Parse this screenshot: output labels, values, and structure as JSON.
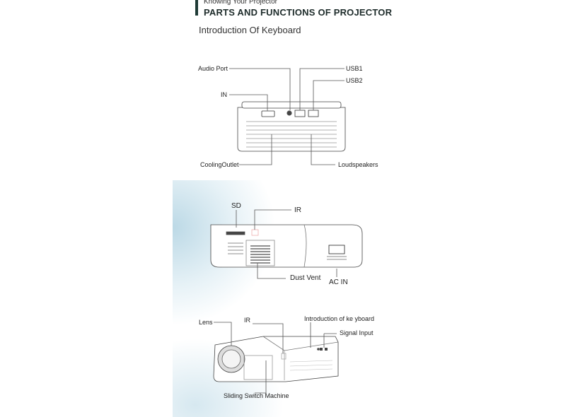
{
  "header": {
    "kicker": "Knowing Your Projector",
    "title": "PARTS AND FUNCTIONS OF PROJECTOR",
    "subtitle": "Introduction Of Keyboard"
  },
  "rear_view": {
    "audio_port": "Audio Port",
    "usb1": "USB1",
    "usb2": "USB2",
    "in": "IN",
    "cooling_outlet": "CoolingOutlet",
    "loudspeakers": "Loudspeakers"
  },
  "side_view": {
    "sd": "SD",
    "ir": "IR",
    "dust_vent": "Dust Vent",
    "ac_in": "AC  IN"
  },
  "front_view": {
    "lens": "Lens",
    "ir": "IR",
    "keyboard": "Introduction of ke yboard",
    "signal_input": "Signal Input",
    "sliding_switch": "Sliding Switch Machine"
  },
  "colors": {
    "accent": "#1f3b36",
    "wash": "#bcd9e6"
  }
}
